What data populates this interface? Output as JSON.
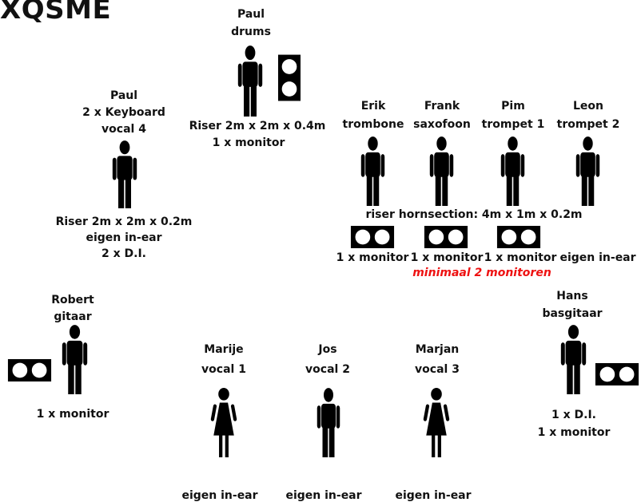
{
  "title": "XQSME",
  "colors": {
    "text": "#111111",
    "warning": "#e11111",
    "background": "#ffffff"
  },
  "labels": {
    "paul_drums_name": "Paul",
    "paul_drums_instrument": "drums",
    "drums_riser": "Riser 2m x 2m x 0.4m",
    "drums_monitor": "1 x monitor",
    "paul_keys_name": "Paul",
    "paul_keys_instrument": "2 x Keyboard",
    "paul_keys_vocal": "vocal 4",
    "keys_riser": "Riser 2m x 2m x 0.2m",
    "keys_inear": "eigen in-ear",
    "keys_di": "2 x D.I.",
    "erik_name": "Erik",
    "erik_instrument": "trombone",
    "frank_name": "Frank",
    "frank_instrument": "saxofoon",
    "pim_name": "Pim",
    "pim_instrument": "trompet 1",
    "leon_name": "Leon",
    "leon_instrument": "trompet 2",
    "horn_riser": "riser hornsection: 4m x 1m x 0.2m",
    "horn_monitor_1": "1 x monitor",
    "horn_monitor_2": "1 x monitor",
    "horn_monitor_3": "1 x monitor",
    "horn_inear": "eigen in-ear",
    "horn_minimum": "minimaal 2 monitoren",
    "robert_name": "Robert",
    "robert_instrument": "gitaar",
    "robert_monitor": "1 x monitor",
    "marije_name": "Marije",
    "marije_vocal": "vocal 1",
    "marije_inear": "eigen in-ear",
    "jos_name": "Jos",
    "jos_vocal": "vocal 2",
    "jos_inear": "eigen in-ear",
    "marjan_name": "Marjan",
    "marjan_vocal": "vocal 3",
    "marjan_inear": "eigen in-ear",
    "hans_name": "Hans",
    "hans_instrument": "basgitaar",
    "hans_di": "1 x D.I.",
    "hans_monitor": "1 x monitor"
  },
  "icons": {
    "person": "person-icon",
    "person_female": "female-person-icon",
    "monitor": "monitor-icon"
  }
}
